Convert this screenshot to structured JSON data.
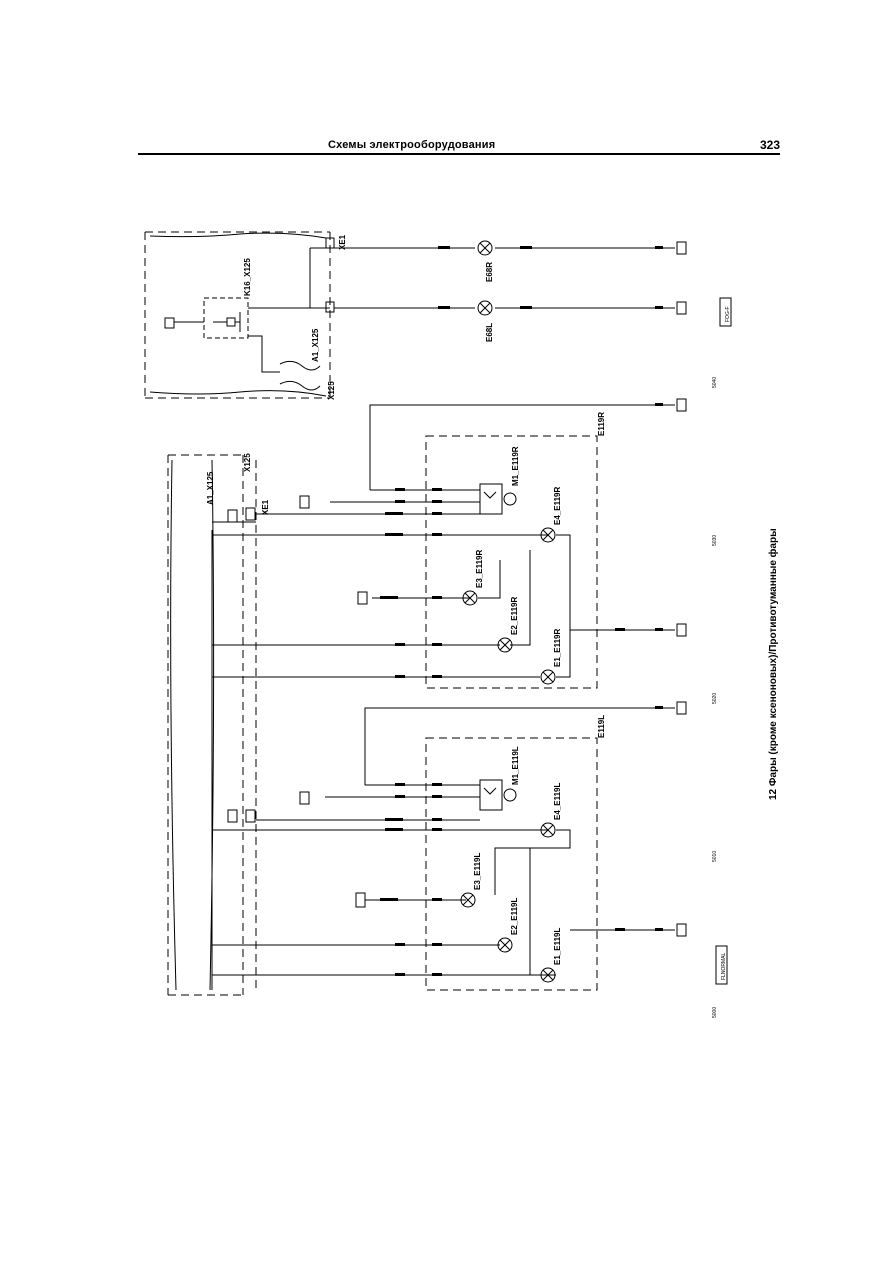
{
  "header": {
    "title": "Схемы электрооборудования",
    "page_number": "323"
  },
  "caption": "12 Фары (кроме ксеноновых)/Противотуманные фары",
  "components": {
    "xe1": "XE1",
    "x125": "X125",
    "a1_x125": "A1_X125",
    "k16_x125": "K16_X125",
    "e68r": "E68R",
    "e68l": "E68L",
    "e119r": "E119R",
    "e119l": "E119L",
    "m1_e119r": "M1_E119R",
    "m1_e119l": "M1_E119L",
    "e1_e119r": "E1_E119R",
    "e2_e119r": "E2_E119R",
    "e3_e119r": "E3_E119R",
    "e4_e119r": "E4_E119R",
    "e1_e119l": "E1_E119L",
    "e2_e119l": "E2_E119L",
    "e3_e119l": "E3_E119L",
    "e4_e119l": "E4_E119L"
  },
  "tags": {
    "fogf": "FOG-F",
    "flnormal": "FLNORMAL"
  },
  "ruler": {
    "start": "5000",
    "m5010": "5010",
    "m5020": "5020",
    "m5030": "5030",
    "m5040": "5040"
  }
}
